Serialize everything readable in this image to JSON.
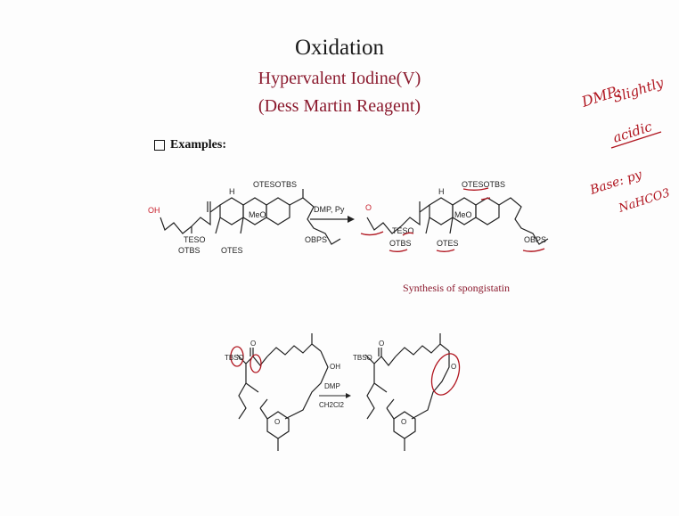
{
  "slide": {
    "title": "Oxidation",
    "subtitle_line1": "Hypervalent Iodine(V)",
    "subtitle_line2": "(Dess Martin Reagent)",
    "examples_label": "Examples:"
  },
  "reaction1": {
    "reagent": "DMP, Py",
    "start_labels": {
      "oh": "OH",
      "tes": "TESO",
      "otbs": "OTBS",
      "otes": "OTES",
      "meo": "MeO",
      "h": "H",
      "top": "OTESOTBS",
      "obps": "OBPS"
    },
    "product_labels": {
      "o": "O",
      "tes": "TESO",
      "otbs": "OTBS",
      "otes": "OTES",
      "meo": "MeO",
      "h": "H",
      "top": "OTESOTBS",
      "obps": "OBPS"
    },
    "caption": "Synthesis of spongistatin"
  },
  "reaction2": {
    "reagent_top": "DMP",
    "reagent_bottom": "CH2Cl2",
    "start_labels": {
      "tbso": "TBSO",
      "o": "O",
      "oh": "OH",
      "ring_o": "O"
    },
    "product_labels": {
      "tbso": "TBSO",
      "o": "O",
      "o2": "O",
      "ring_o": "O"
    }
  },
  "annotations": {
    "note1": "DMP:",
    "note2": "Slightly",
    "note3": "acidic",
    "note4": "Base: py",
    "note5": "NaHCO3"
  },
  "colors": {
    "title": "#1a1a1a",
    "accent": "#8b1a2e",
    "ink": "#b0151f"
  }
}
